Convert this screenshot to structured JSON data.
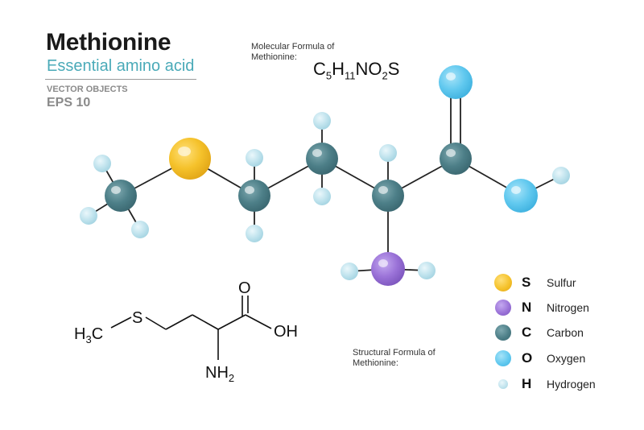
{
  "header": {
    "title": "Methionine",
    "subtitle": "Essential amino acid",
    "vector_label": "VECTOR OBJECTS",
    "eps_label": "EPS 10"
  },
  "molecular_formula": {
    "label_line1": "Molecular Formula of",
    "label_line2": "Methionine:",
    "parts": [
      "C",
      "5",
      "H",
      "11",
      "NO",
      "2",
      "S"
    ]
  },
  "structural_formula": {
    "label_line1": "Structural  Formula of",
    "label_line2": "Methionine:",
    "h3c": [
      "H",
      "3",
      "C"
    ],
    "s": "S",
    "o": "O",
    "oh": "OH",
    "nh2": [
      "NH",
      "2"
    ]
  },
  "legend": [
    {
      "symbol": "S",
      "name": "Sulfur",
      "color": "#f5c22b"
    },
    {
      "symbol": "N",
      "name": "Nitrogen",
      "color": "#9b73d8"
    },
    {
      "symbol": "C",
      "name": "Carbon",
      "color": "#4d7f88"
    },
    {
      "symbol": "O",
      "name": "Oxygen",
      "color": "#62c9ef"
    },
    {
      "symbol": "H",
      "name": "Hydrogen",
      "color": "#c2e4ee"
    }
  ],
  "colors": {
    "accent": "#4aaab8",
    "sulfur": "#f5c22b",
    "nitrogen": "#9b73d8",
    "carbon": "#4d7f88",
    "oxygen": "#62c9ef",
    "hydrogen": "#c2e4ee"
  }
}
